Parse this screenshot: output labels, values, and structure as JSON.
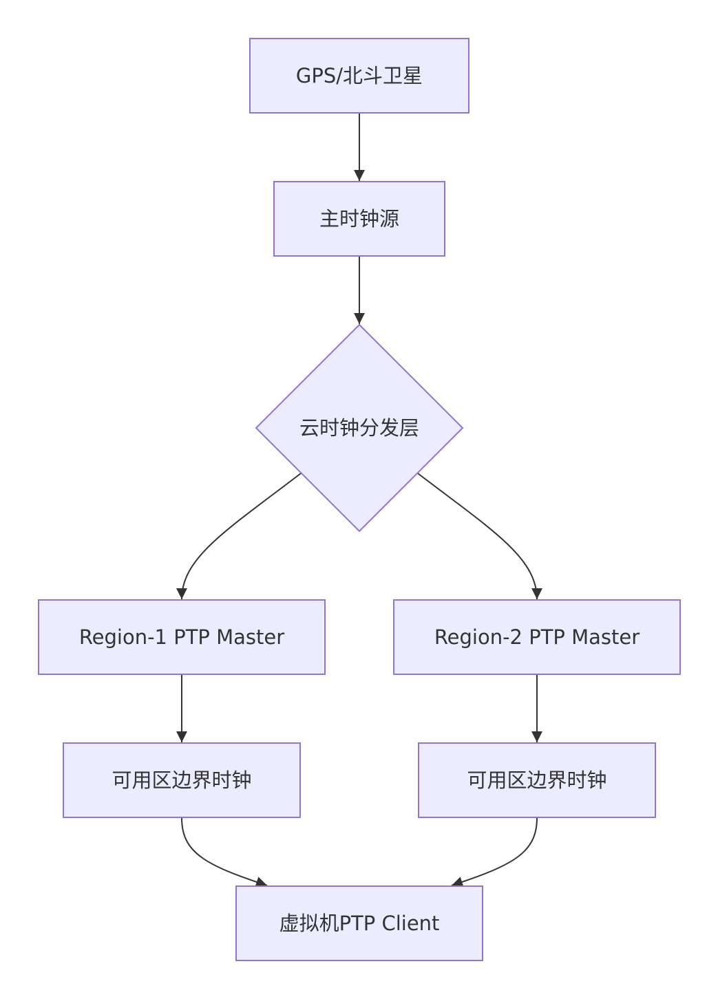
{
  "diagram": {
    "type": "flowchart",
    "colors": {
      "node_fill": "#ECECFF",
      "node_stroke": "#9370DB",
      "edge": "#333333",
      "text": "#333333"
    },
    "nodes": {
      "gps": {
        "label": "GPS/北斗卫星",
        "shape": "rect"
      },
      "master_clock": {
        "label": "主时钟源",
        "shape": "rect"
      },
      "cloud_layer": {
        "label": "云时钟分发层",
        "shape": "diamond"
      },
      "region1": {
        "label": "Region-1 PTP Master",
        "shape": "rect"
      },
      "region2": {
        "label": "Region-2 PTP Master",
        "shape": "rect"
      },
      "az_clock_1": {
        "label": "可用区边界时钟",
        "shape": "rect"
      },
      "az_clock_2": {
        "label": "可用区边界时钟",
        "shape": "rect"
      },
      "vm_client": {
        "label": "虚拟机PTP Client",
        "shape": "rect"
      }
    },
    "edges": [
      {
        "from": "gps",
        "to": "master_clock"
      },
      {
        "from": "master_clock",
        "to": "cloud_layer"
      },
      {
        "from": "cloud_layer",
        "to": "region1"
      },
      {
        "from": "cloud_layer",
        "to": "region2"
      },
      {
        "from": "region1",
        "to": "az_clock_1"
      },
      {
        "from": "region2",
        "to": "az_clock_2"
      },
      {
        "from": "az_clock_1",
        "to": "vm_client"
      },
      {
        "from": "az_clock_2",
        "to": "vm_client"
      }
    ]
  }
}
